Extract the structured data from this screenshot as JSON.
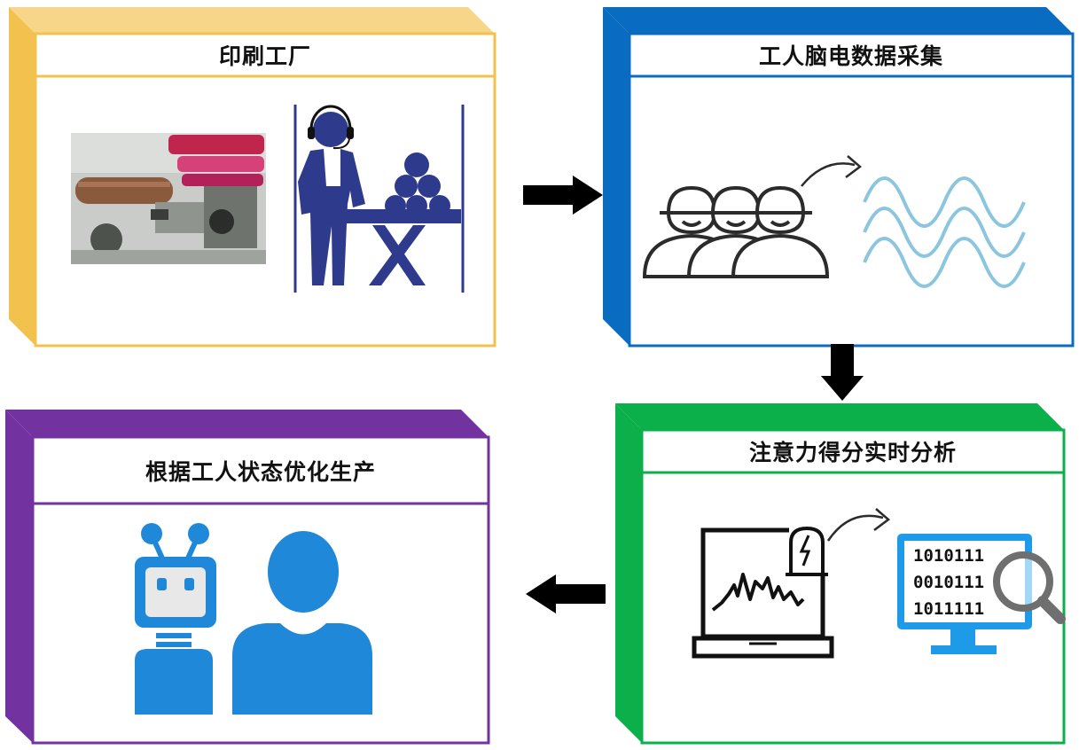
{
  "panels": {
    "factory": {
      "title": "印刷工厂",
      "color": "#f2c14e"
    },
    "eeg": {
      "title": "工人脑电数据采集",
      "color": "#0a6cc0"
    },
    "attention": {
      "title": "注意力得分实时分析",
      "color": "#0bb04a"
    },
    "optimize": {
      "title": "根据工人状态优化生产",
      "color": "#7232a0"
    }
  },
  "colors": {
    "worker_icon": "#2e3a8c",
    "wave": "#8cc6de",
    "robot_blue": "#1f88d8",
    "monitor_blue": "#1d9be8",
    "arrow": "#000000"
  },
  "binary_lines": [
    "1010111",
    "0010111",
    "1011111"
  ],
  "icons": [
    "printing-press-photo",
    "worker-headset-icon",
    "workers-hardhat-icon",
    "brain-wave-icon",
    "laptop-eeg-icon",
    "monitor-binary-icon",
    "magnifier-icon",
    "robot-icon",
    "person-icon"
  ]
}
